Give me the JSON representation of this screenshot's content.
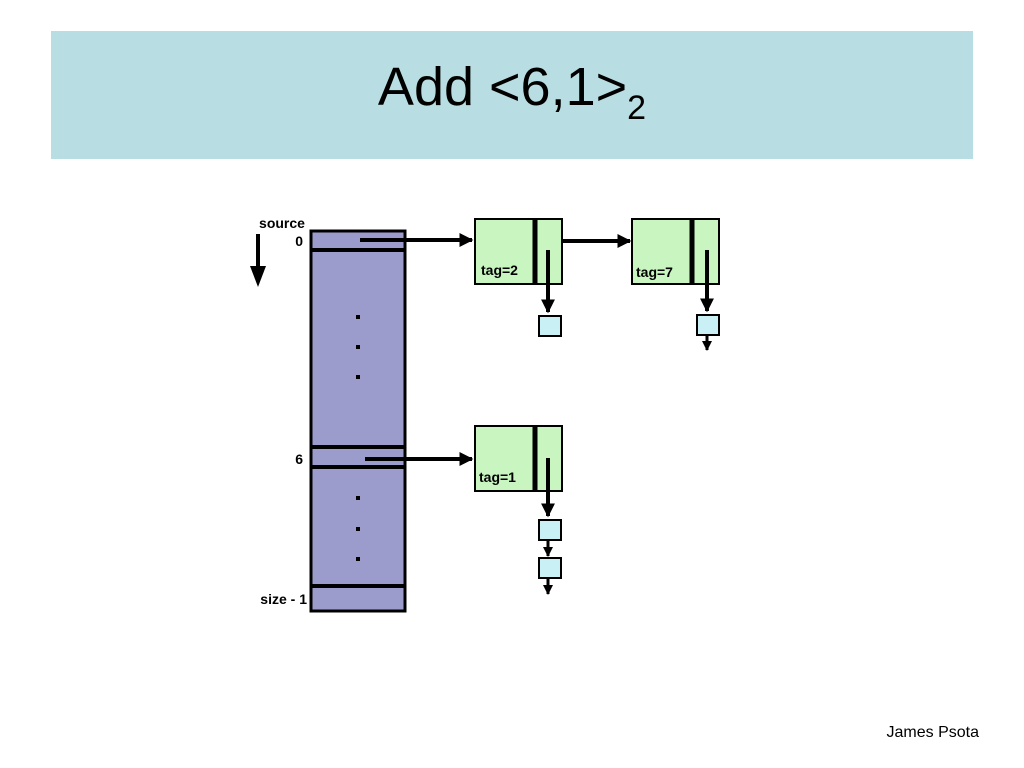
{
  "slide": {
    "title_main": "Add <6,1>",
    "title_sub": "2",
    "footer": "James Psota"
  },
  "diagram": {
    "array_label": "source",
    "row_labels": [
      "0",
      "6",
      "size - 1"
    ],
    "ellipsis": ". . .",
    "nodes": [
      {
        "tag": "tag=2"
      },
      {
        "tag": "tag=7"
      },
      {
        "tag": "tag=1"
      }
    ],
    "colors": {
      "array_fill": "#9b9ccc",
      "node_fill": "#c9f5c1",
      "item_fill": "#c8f0f5",
      "title_band": "#b8dde2"
    }
  }
}
